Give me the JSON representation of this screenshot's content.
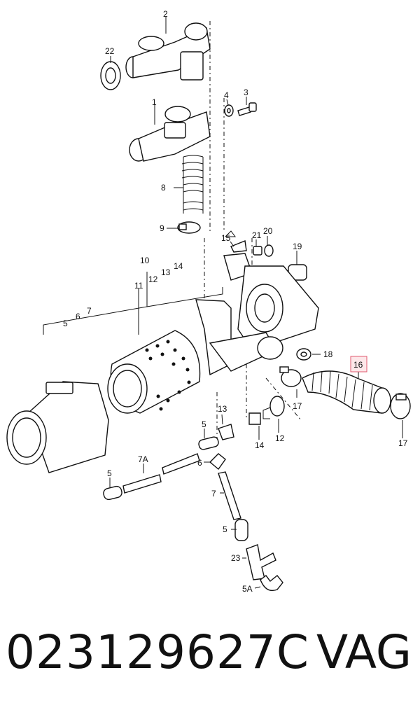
{
  "diagram": {
    "callouts": {
      "c2": "2",
      "c22": "22",
      "c4": "4",
      "c3": "3",
      "c1": "1",
      "c8": "8",
      "c9": "9",
      "c15": "15",
      "c21": "21",
      "c20": "20",
      "c19": "19",
      "c10": "10",
      "c14a": "14",
      "c13a": "13",
      "c12a": "12",
      "c11": "11",
      "c7a": "7",
      "c6a": "6",
      "c5a": "5",
      "c18": "18",
      "c16": "16",
      "c17a": "17",
      "c17b": "17",
      "c12b": "12",
      "c13b": "13",
      "c14b": "14",
      "c5b": "5",
      "c6b": "6",
      "c7A": "7A",
      "c5c": "5",
      "c7b": "7",
      "c5d": "5",
      "c23": "23",
      "c5A": "5A"
    },
    "highlighted_callout": "16"
  },
  "footer": {
    "part_number": "023129627C",
    "brand": "VAG"
  }
}
